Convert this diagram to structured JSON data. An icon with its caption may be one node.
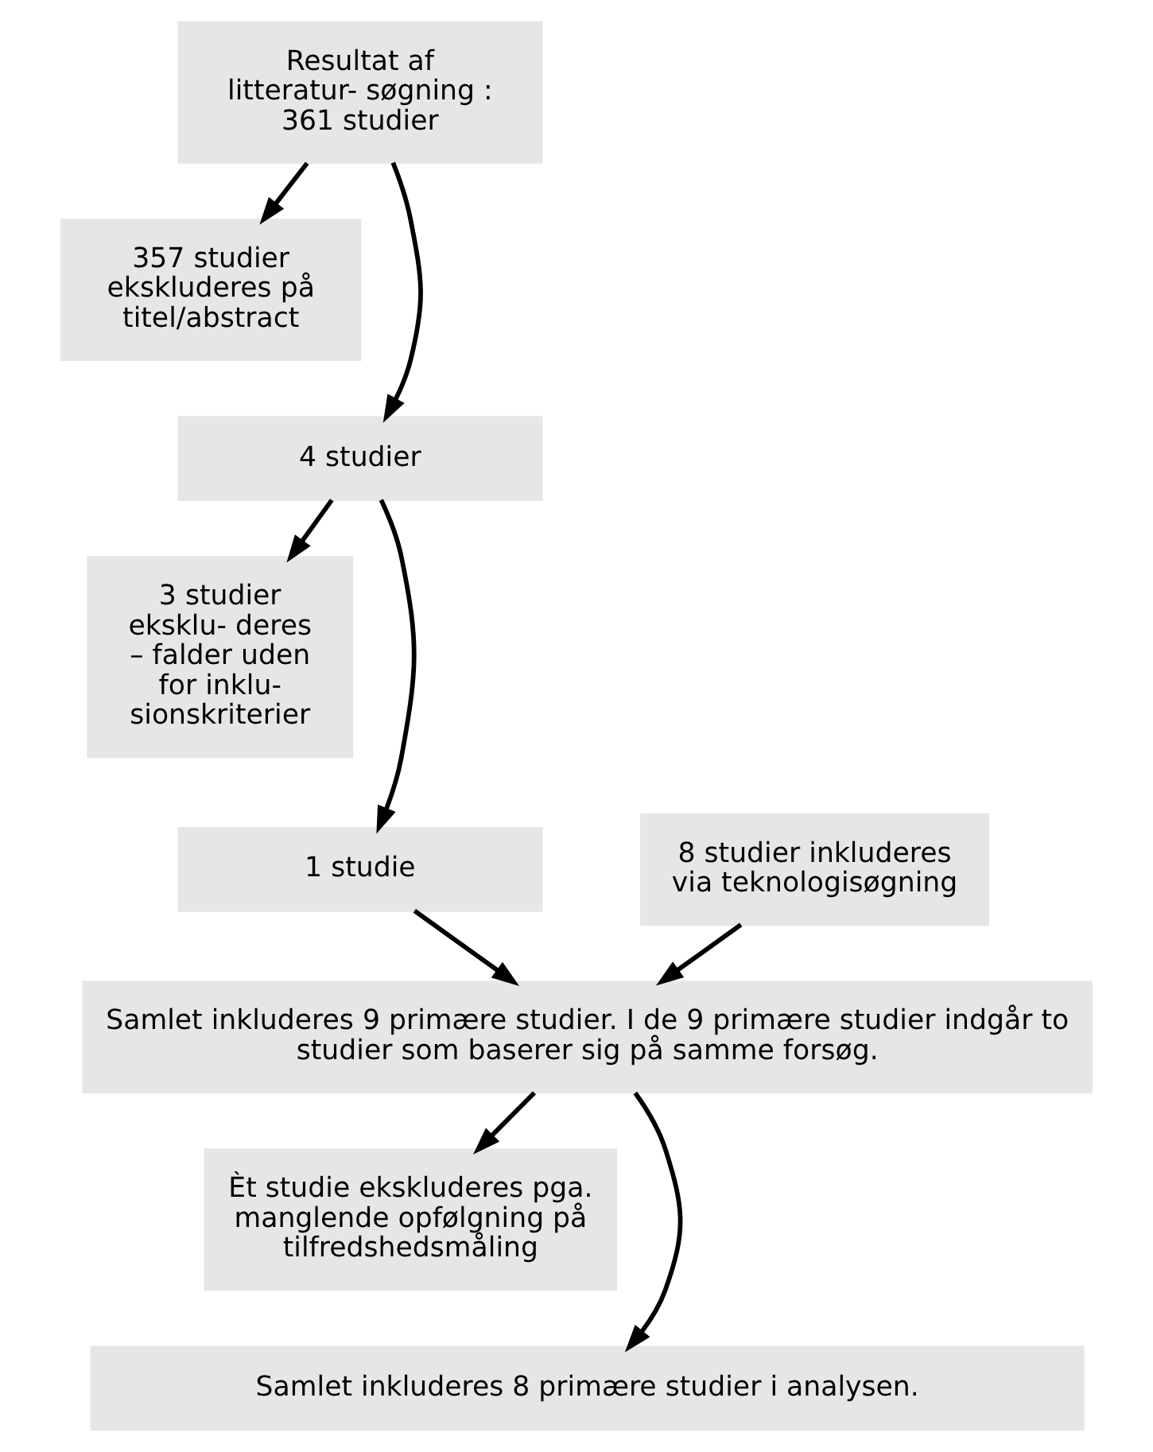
{
  "diagram": {
    "nodes": [
      {
        "text": [
          "Resultat af litteratur- søgning : 361 studier"
        ]
      },
      {
        "text": [
          "357 studier ekskluderes på titel/abstract"
        ]
      },
      {
        "text": [
          "4 studier"
        ]
      },
      {
        "text": [
          "3 studier eksklu- deres – falder uden for inklu- sionskriterier"
        ]
      },
      {
        "text": [
          "1 studie"
        ]
      },
      {
        "text": [
          "8 studier inkluderes via teknologisøgning"
        ]
      },
      {
        "text": [
          "Samlet inkluderes 9 primære studier. I de 9 primære studier indgår to studier som baserer sig på samme forsøg."
        ]
      },
      {
        "text": [
          "Èt studie ekskluderes pga. manglende opfølgning på tilfredshedsmåling"
        ]
      },
      {
        "text": [
          "Samlet inkluderes 8 primære studier i analysen."
        ]
      }
    ],
    "edges": [
      {
        "from": 0,
        "to": 1,
        "arrow": "to"
      },
      {
        "from": 0,
        "to": 2,
        "arrow": "to"
      },
      {
        "from": 2,
        "to": 3,
        "arrow": "to"
      },
      {
        "from": 2,
        "to": 4,
        "arrow": "to"
      },
      {
        "from": 4,
        "to": 6,
        "arrow": "to"
      },
      {
        "from": 5,
        "to": 6,
        "arrow": "to"
      },
      {
        "from": 6,
        "to": 7,
        "arrow": "to"
      },
      {
        "from": 6,
        "to": 8,
        "arrow": "to"
      }
    ]
  }
}
